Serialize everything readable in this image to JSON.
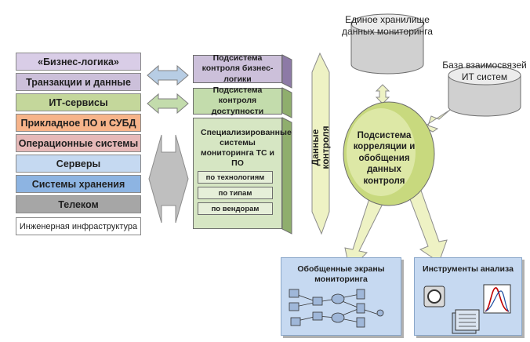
{
  "layers": [
    {
      "label": "«Бизнес-логика»",
      "color": "#d9cde7"
    },
    {
      "label": "Транзакции и данные",
      "color": "#ccc0da"
    },
    {
      "label": "ИТ-сервисы",
      "color": "#c4d79b"
    },
    {
      "label": "Прикладное ПО и СУБД",
      "color": "#f7b48a"
    },
    {
      "label": "Операционные системы",
      "color": "#e6b9b8"
    },
    {
      "label": "Серверы",
      "color": "#c5d9f1"
    },
    {
      "label": "Системы хранения",
      "color": "#8db4e2"
    },
    {
      "label": "Телеком",
      "color": "#a6a6a6"
    },
    {
      "label": "Инженерная инфраструктура",
      "color": "#ffffff"
    }
  ],
  "subsystems": {
    "business": "Подсистема контроля бизнес-логики",
    "availability": "Подсистема контроля доступности",
    "specialized": "Специализированные системы мониторинга ТС и ПО",
    "items": [
      "по технологиям",
      "по типам",
      "по вендорам"
    ]
  },
  "arrow_label": "Данные контроля",
  "storage": {
    "unified": "Единое хранилище данных мониторинга",
    "relations": "База взаимосвязей ИТ систем"
  },
  "correlation": "Подсистема корреляции и обобщения данных контроля",
  "outputs": {
    "screens": "Обобщенные экраны мониторинга",
    "tools": "Инструменты анализа"
  }
}
